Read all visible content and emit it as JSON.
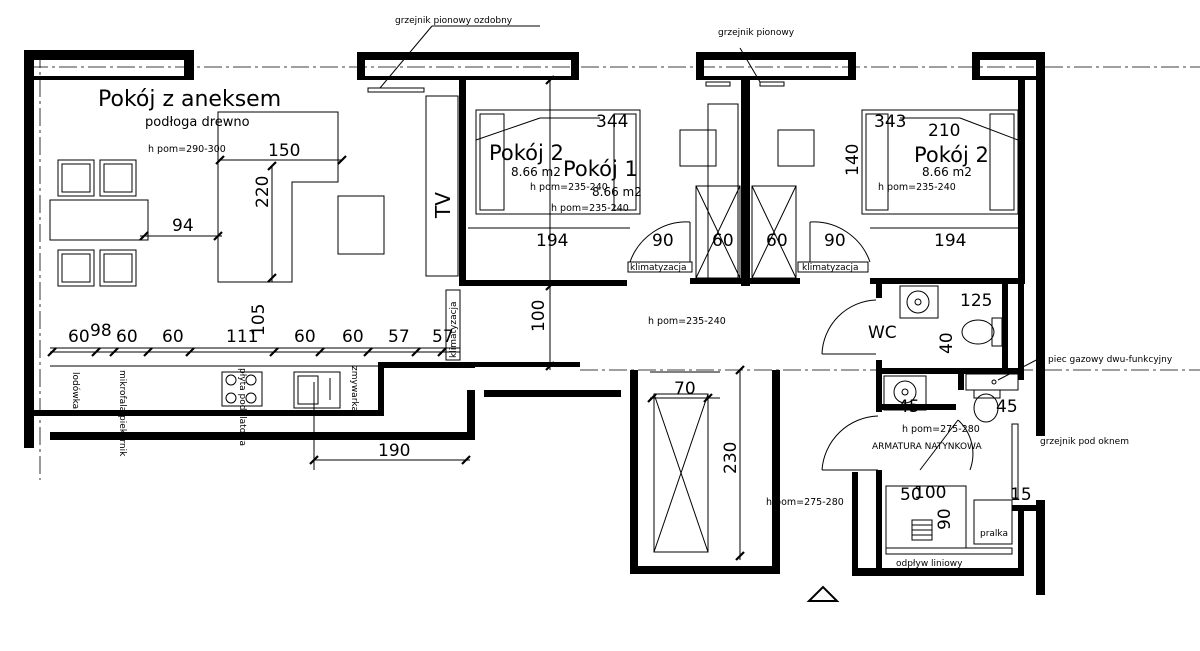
{
  "rooms": {
    "living": {
      "name": "Pokój z aneksem",
      "floor": "podłoga drewno",
      "height": "h pom=290-300"
    },
    "room2_left": {
      "name": "Pokój 2",
      "area": "8.66 m2",
      "height": "h pom=235-240"
    },
    "room1": {
      "name": "Pokój 1",
      "area": "8.66 m2",
      "height": "h pom=235-240"
    },
    "room2_right": {
      "name": "Pokój 2",
      "area": "8.66 m2",
      "height": "h pom=235-240"
    },
    "wc": {
      "name": "WC"
    },
    "hall_height": "h pom=235-240",
    "corridor_height": "h pom=275-280",
    "bath_height": "h pom=275-280"
  },
  "labels": {
    "radiator_decor": "grzejnik pionowy ozdobny",
    "radiator_vertical": "grzejnik pionowy",
    "tv": "TV",
    "aircon": "klimatyzacja",
    "fridge": "lodówka",
    "microwave": "mikrofala piekarnik",
    "hob": "płyta podblatowa",
    "dishwasher": "zmywarka",
    "gas_boiler": "piec gazowy dwu-funkcyjny",
    "fixtures": "ARMATURA NATYNKOWA",
    "radiator_window": "grzejnik pod oknem",
    "washer": "pralka",
    "drain": "odpływ liniowy"
  },
  "dimensions": {
    "d150": "150",
    "d220": "220",
    "d94": "94",
    "d344": "344",
    "d343": "343",
    "d210": "210",
    "d140": "140",
    "d194a": "194",
    "d194b": "194",
    "d90a": "90",
    "d60a": "60",
    "d60b": "60",
    "d90b": "90",
    "k60a": "60",
    "k98": "98",
    "k60b": "60",
    "k60c": "60",
    "k111": "111",
    "k105": "105",
    "k60d": "60",
    "k60e": "60",
    "k57a": "57",
    "k57b": "57",
    "d100": "100",
    "d190": "190",
    "d70": "70",
    "d230": "230",
    "d125": "125",
    "d40": "40",
    "d45a": "45",
    "d45b": "45",
    "d50": "50",
    "d100b": "100",
    "d90c": "90",
    "d15": "15"
  },
  "icons": [
    "window-icon",
    "door-swing-icon",
    "sink-icon",
    "toilet-icon",
    "shower-icon",
    "north-arrow-icon"
  ]
}
